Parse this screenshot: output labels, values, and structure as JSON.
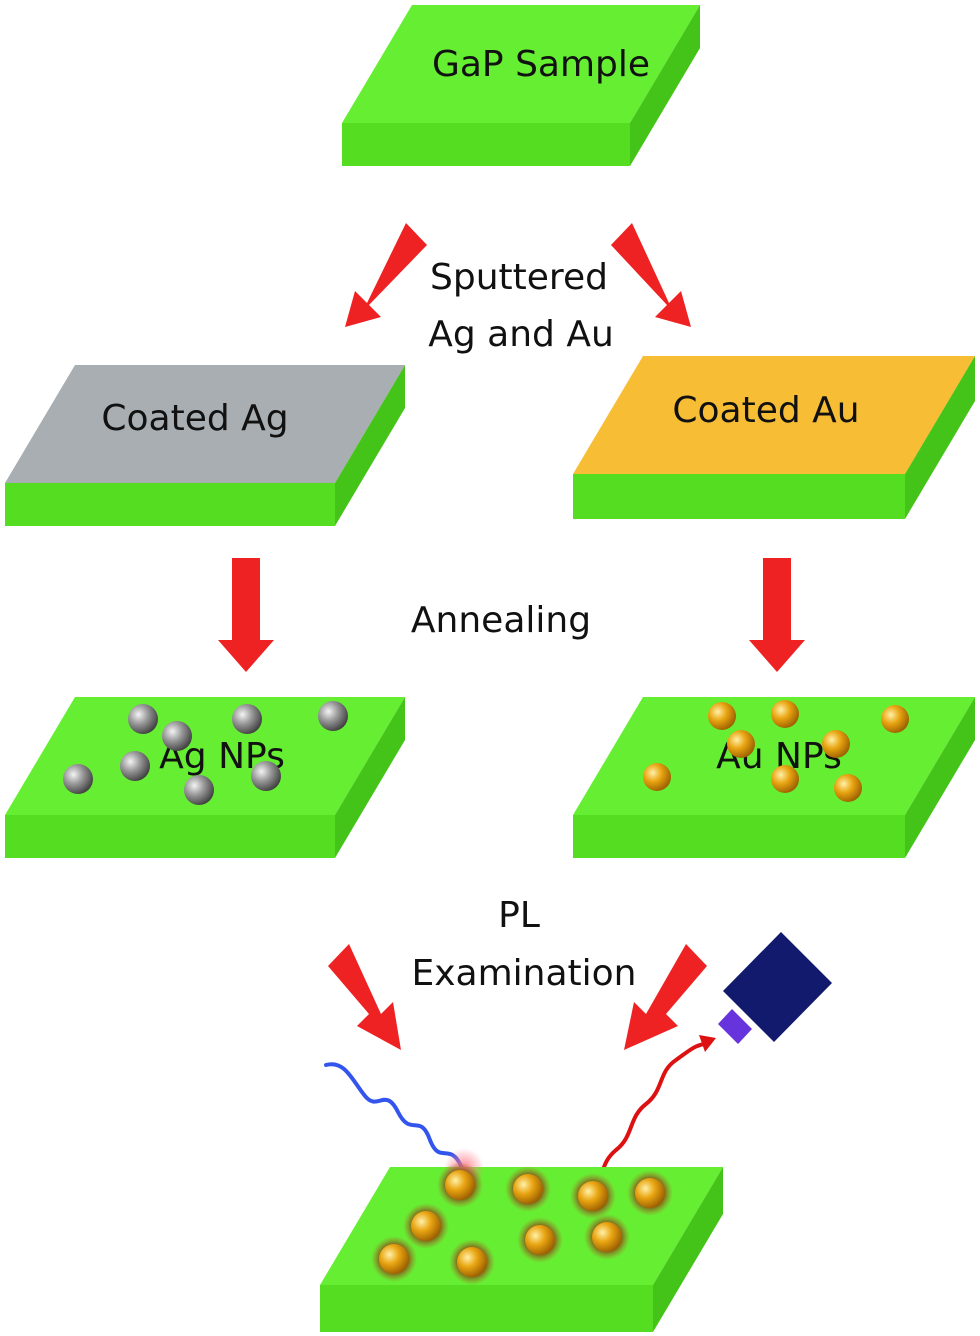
{
  "colors": {
    "substrate_top": "#66ee33",
    "substrate_side": "#55dd22",
    "ag_coating": "#a8aeb1",
    "au_coating": "#f7bd35",
    "arrow": "#ee2222",
    "excitation_wave": "#3355ee",
    "emission_wave": "#dd1111",
    "detector_body": "#121a6e",
    "detector_lens": "#6633dd"
  },
  "samples": {
    "gap": {
      "label": "GaP Sample"
    },
    "coated_ag": {
      "label": "Coated Ag"
    },
    "coated_au": {
      "label": "Coated Au"
    },
    "ag_nps": {
      "label": "Ag NPs"
    },
    "au_nps": {
      "label": "Au NPs"
    }
  },
  "steps": {
    "sputter": {
      "line1": "Sputtered",
      "line2": "Ag and Au"
    },
    "anneal": {
      "label": "Annealing"
    },
    "pl": {
      "line1": "PL",
      "line2": "Examination"
    }
  },
  "icons": {
    "arrow": "red-arrow-icon",
    "detector": "detector-icon",
    "nanoparticle": "nanoparticle-sphere-icon"
  }
}
